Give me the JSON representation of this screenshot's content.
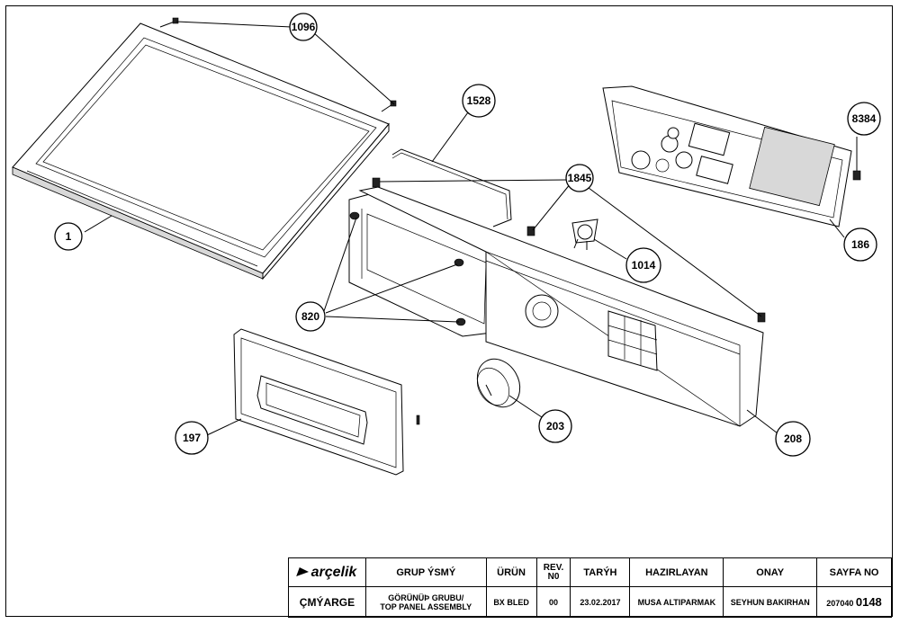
{
  "callouts": [
    {
      "id": "c1096",
      "label": "1096"
    },
    {
      "id": "c1",
      "label": "1"
    },
    {
      "id": "c1528",
      "label": "1528"
    },
    {
      "id": "c8384",
      "label": "8384"
    },
    {
      "id": "c1845",
      "label": "1845"
    },
    {
      "id": "c186",
      "label": "186"
    },
    {
      "id": "c1014",
      "label": "1014"
    },
    {
      "id": "c820",
      "label": "820"
    },
    {
      "id": "c197",
      "label": "197"
    },
    {
      "id": "c203",
      "label": "203"
    },
    {
      "id": "c208",
      "label": "208"
    }
  ],
  "title_block": {
    "logo": "arçelik",
    "headers": {
      "grup_ismi": "GRUP ÝSMÝ",
      "urun": "ÜRÜN",
      "rev_no": "REV. N0",
      "tarih": "TARÝH",
      "hazirlayan": "HAZIRLAYAN",
      "onay": "ONAY",
      "sayfa_no": "SAYFA NO"
    },
    "values": {
      "cizim_yeri": "ÇMÝARGE",
      "grup_ismi_line1": "GÖRÜNÜÞ GRUBU/",
      "grup_ismi_line2": "TOP PANEL ASSEMBLY",
      "urun": "BX BLED",
      "rev_no": "00",
      "tarih": "23.02.2017",
      "hazirlayan": "MUSA ALTIPARMAK",
      "onay": "SEYHUN BAKIRHAN",
      "sayfa_no_prefix": "207040",
      "sayfa_no_suffix": "0148"
    }
  }
}
